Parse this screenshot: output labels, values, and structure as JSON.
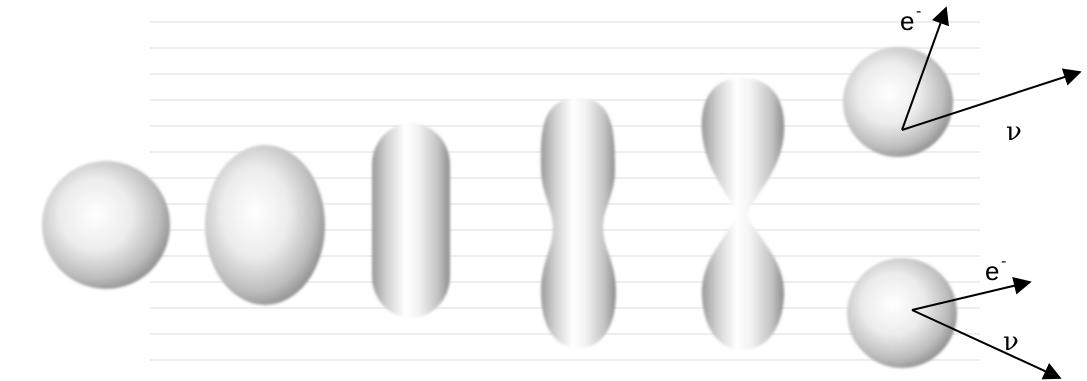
{
  "labels": {
    "electron_base": "e",
    "electron_sup": "-",
    "neutrino": "ν"
  },
  "colors": {
    "background": "#ffffff",
    "arrow": "#000000",
    "blob_highlight": "#ffffff",
    "blob_mid": "#c4c4c4",
    "blob_edge": "#8a8a8a",
    "print_texture": "#d8d8d8"
  },
  "stages": [
    "sphere",
    "oblate-ellipsoid",
    "elongated-capsule",
    "necked-peanut",
    "pinched-hourglass",
    "two-fragments"
  ]
}
